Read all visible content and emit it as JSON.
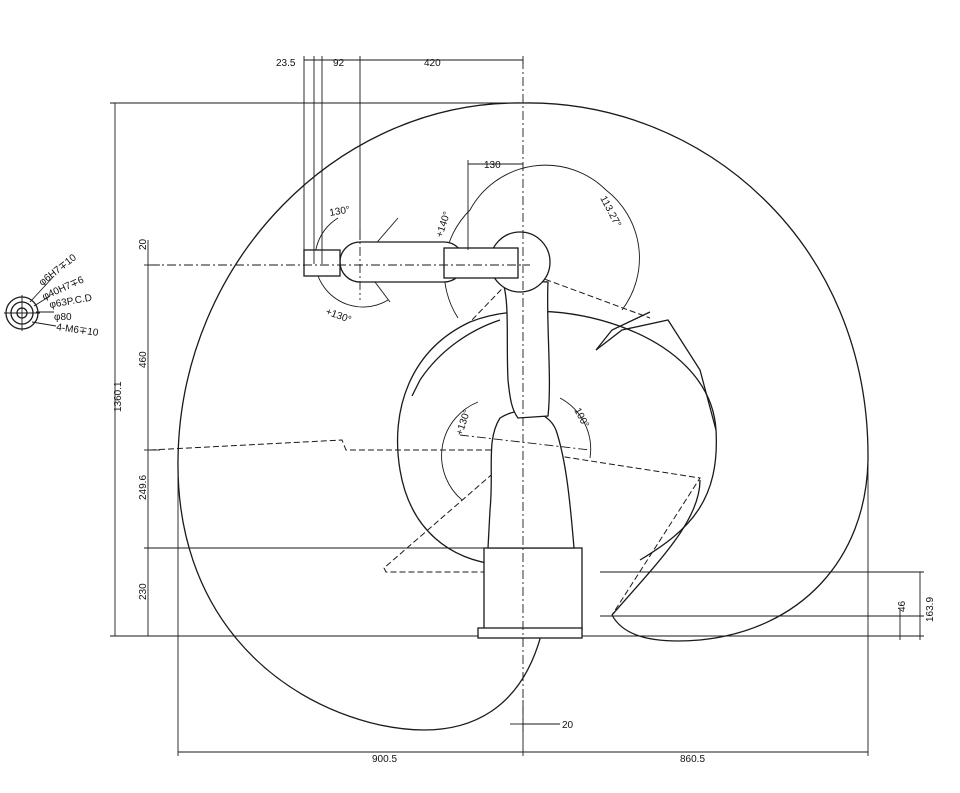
{
  "dimensions": {
    "d_23_5": "23.5",
    "d_92": "92",
    "d_420": "420",
    "d_130_top": "130",
    "d_20_left": "20",
    "d_460": "460",
    "d_1360_1": "1360.1",
    "d_249_6": "249.6",
    "d_230": "230",
    "d_20_bottom": "20",
    "d_900_5": "900.5",
    "d_860_5": "860.5",
    "d_46": "46",
    "d_163_9": "163.9"
  },
  "angles": {
    "a_130_top": "130°",
    "a_plus130_left": "+130°",
    "a_plus140": "+140°",
    "a_113_27": "113.27°",
    "a_plus130_mid": "+130°",
    "a_100": "100°"
  },
  "flange": {
    "hole_spec": "φ6H7∓10",
    "bore_spec": "φ40H7∓6",
    "pcd_spec": "φ63P.C.D",
    "outer_spec": "φ80",
    "tap_spec": "4-M6∓10"
  }
}
